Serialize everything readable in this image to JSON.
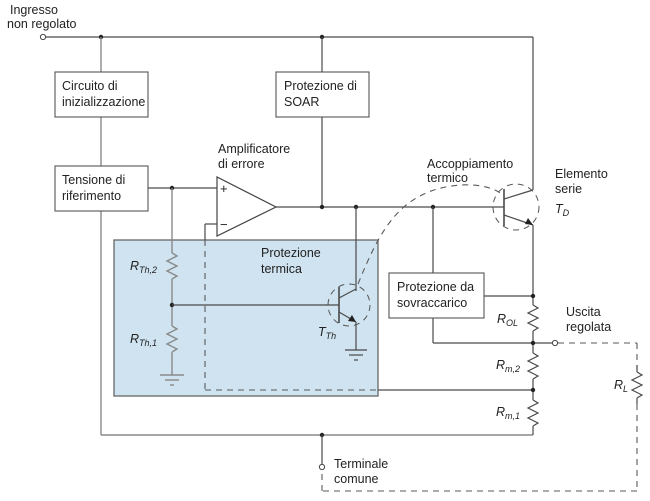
{
  "diagram": {
    "title": "Regolatore di tensione lineare – schema a blocchi",
    "colors": {
      "thermal_region_fill": "#cfe3f0",
      "wire": "#4a4a4a",
      "background": "#ffffff"
    },
    "terminals": {
      "input": {
        "line1": "Ingresso",
        "line2": "non regolato"
      },
      "output": {
        "line1": "Uscita",
        "line2": "regolata"
      },
      "common": {
        "line1": "Terminale",
        "line2": "comune"
      }
    },
    "blocks": {
      "init": {
        "line1": "Circuito di",
        "line2": "inizializzazione"
      },
      "soar": {
        "line1": "Protezione di",
        "line2": "SOAR"
      },
      "reference": {
        "line1": "Tensione di",
        "line2": "riferimento"
      },
      "overload": {
        "line1": "Protezione da",
        "line2": "sovraccarico"
      },
      "thermal": {
        "line1": "Protezione",
        "line2": "termica"
      }
    },
    "amplifier": {
      "line1": "Amplificatore",
      "line2": "di errore",
      "plus": "+",
      "minus": "−"
    },
    "coupling": {
      "line1": "Accoppiamento",
      "line2": "termico"
    },
    "series_element": {
      "line1": "Elemento",
      "line2": "serie",
      "symbol": "T",
      "subscript": "D"
    },
    "thermal_transistor": {
      "symbol": "T",
      "subscript": "Th"
    },
    "resistors": {
      "rth2": {
        "symbol": "R",
        "subscript": "Th,2"
      },
      "rth1": {
        "symbol": "R",
        "subscript": "Th,1"
      },
      "rol": {
        "symbol": "R",
        "subscript": "OL"
      },
      "rm2": {
        "symbol": "R",
        "subscript": "m,2"
      },
      "rm1": {
        "symbol": "R",
        "subscript": "m,1"
      },
      "rl": {
        "symbol": "R",
        "subscript": "L"
      }
    }
  }
}
